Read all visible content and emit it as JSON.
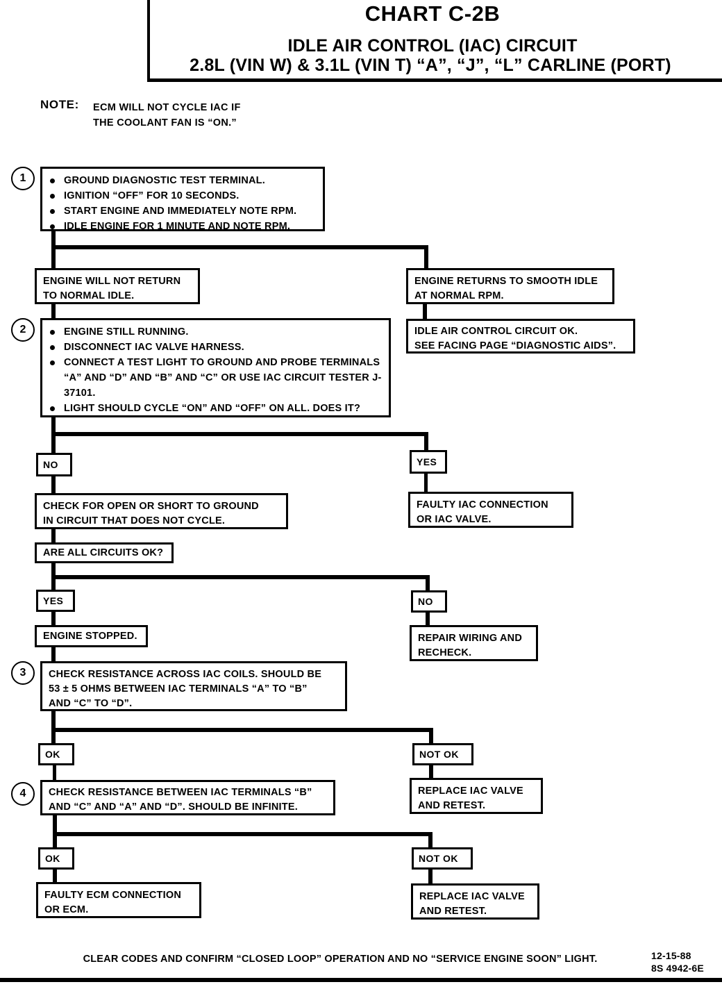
{
  "header": {
    "chart_title": "CHART C-2B",
    "subtitle_1": "IDLE AIR CONTROL (IAC) CIRCUIT",
    "subtitle_2": "2.8L (VIN W) & 3.1L (VIN T)  “A”, “J”, “L”  CARLINE  (PORT)"
  },
  "note": {
    "label": "NOTE:",
    "line_1": "ECM WILL NOT CYCLE IAC IF",
    "line_2": "THE COOLANT FAN IS “ON.”"
  },
  "steps": {
    "one": "1",
    "two": "2",
    "three": "3",
    "four": "4"
  },
  "boxes": {
    "step1": {
      "bullets": [
        "GROUND DIAGNOSTIC TEST TERMINAL.",
        "IGNITION “OFF” FOR 10 SECONDS.",
        "START ENGINE AND IMMEDIATELY NOTE RPM.",
        "IDLE ENGINE FOR 1 MINUTE AND NOTE RPM."
      ]
    },
    "engine_no_return": "ENGINE WILL NOT RETURN\nTO NORMAL IDLE.",
    "engine_returns": "ENGINE RETURNS TO SMOOTH IDLE\nAT NORMAL RPM.",
    "circuit_ok": "IDLE AIR CONTROL CIRCUIT OK.\nSEE FACING PAGE “DIAGNOSTIC AIDS”.",
    "step2": {
      "bullets": [
        "ENGINE STILL RUNNING.",
        "DISCONNECT IAC VALVE HARNESS.",
        "CONNECT A TEST LIGHT TO GROUND AND PROBE\nTERMINALS “A” AND “D” AND “B” AND “C” OR USE IAC\nCIRCUIT TESTER J-37101.",
        "LIGHT SHOULD CYCLE “ON” AND “OFF” ON ALL.  DOES IT?"
      ]
    },
    "check_open_short": "CHECK FOR OPEN OR SHORT TO GROUND\nIN CIRCUIT THAT DOES NOT CYCLE.",
    "faulty_iac": "FAULTY IAC CONNECTION\nOR IAC VALVE.",
    "all_circuits_ok": "ARE ALL CIRCUITS OK?",
    "engine_stopped": "ENGINE STOPPED.",
    "repair_wiring": "REPAIR WIRING AND\nRECHECK.",
    "step3": "CHECK RESISTANCE ACROSS IAC COILS.  SHOULD BE\n53 ± 5 OHMS BETWEEN IAC TERMINALS  “A” TO “B”\nAND “C” TO “D”.",
    "replace_iac_1": "REPLACE IAC VALVE\nAND RETEST.",
    "step4": "CHECK RESISTANCE BETWEEN IAC TERMINALS “B”\nAND “C” AND “A” AND “D”.  SHOULD BE INFINITE.",
    "replace_iac_2": "REPLACE IAC VALVE\nAND RETEST.",
    "faulty_ecm": "FAULTY ECM CONNECTION\nOR ECM."
  },
  "tags": {
    "no_1": "NO",
    "yes_1": "YES",
    "yes_2": "YES",
    "no_2": "NO",
    "ok_1": "OK",
    "not_ok_1": "NOT OK",
    "ok_2": "OK",
    "not_ok_2": "NOT OK"
  },
  "footer": {
    "text": "CLEAR CODES AND CONFIRM  “CLOSED LOOP” OPERATION AND NO “SERVICE ENGINE SOON” LIGHT.",
    "date": "12-15-88",
    "code": "8S 4942-6E"
  },
  "colors": {
    "ink": "#000000",
    "paper": "#ffffff"
  }
}
